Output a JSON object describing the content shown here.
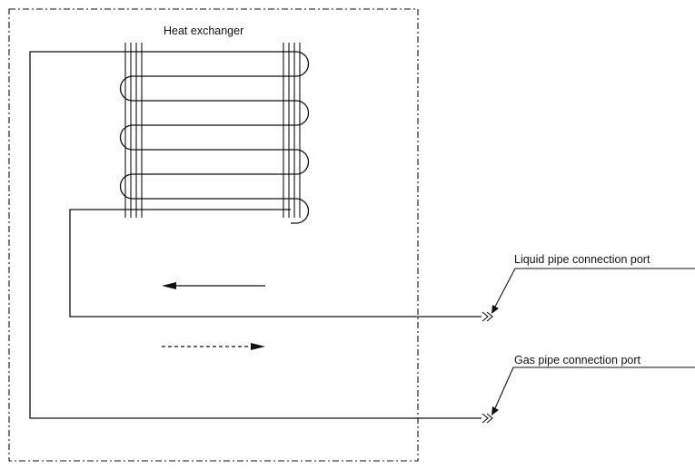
{
  "diagram": {
    "heat_exchanger_label": "Heat exchanger",
    "liquid_port_label": "Liquid pipe connection port",
    "gas_port_label": "Gas pipe connection port",
    "line_color": "#111111",
    "legend": {
      "solid_arrow_direction": "left",
      "dashed_arrow_direction": "right"
    }
  }
}
